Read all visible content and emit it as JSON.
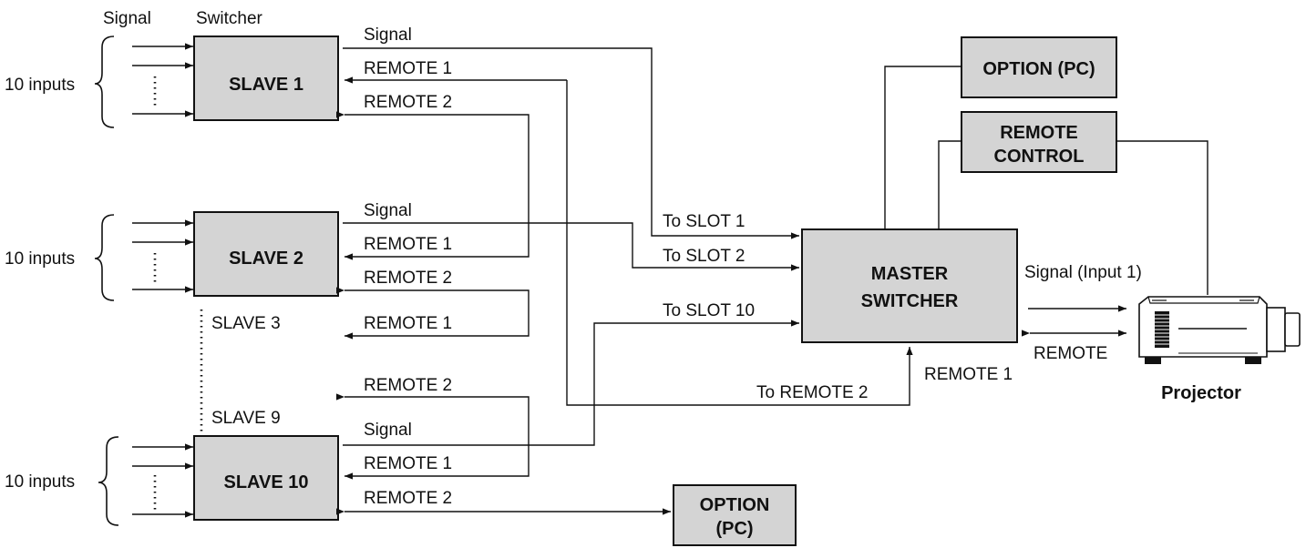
{
  "headers": {
    "signal": "Signal",
    "switcher": "Switcher"
  },
  "boxes": {
    "slave1": "SLAVE 1",
    "slave2": "SLAVE 2",
    "slave10": "SLAVE 10",
    "master": [
      "MASTER",
      "SWITCHER"
    ],
    "option_top": "OPTION (PC)",
    "remote_control": [
      "REMOTE",
      "CONTROL"
    ],
    "option_bottom": [
      "OPTION",
      "(PC)"
    ]
  },
  "inputs_label": "10 inputs",
  "slave_labels": {
    "slave3": "SLAVE 3",
    "slave9": "SLAVE 9"
  },
  "line_labels": {
    "s1_signal": "Signal",
    "s1_remote1": "REMOTE 1",
    "s1_remote2": "REMOTE 2",
    "s2_signal": "Signal",
    "s2_remote1": "REMOTE 1",
    "s2_remote2": "REMOTE 2",
    "s3_remote1": "REMOTE 1",
    "s10_remote2_in": "REMOTE 2",
    "s10_signal": "Signal",
    "s10_remote1": "REMOTE 1",
    "s10_remote2": "REMOTE 2",
    "to_slot1": "To SLOT 1",
    "to_slot2": "To SLOT 2",
    "to_slot10": "To SLOT 10",
    "to_remote2": "To REMOTE 2",
    "master_remote1": "REMOTE 1",
    "signal_input1": "Signal (Input 1)",
    "remote": "REMOTE"
  },
  "projector_label": "Projector"
}
